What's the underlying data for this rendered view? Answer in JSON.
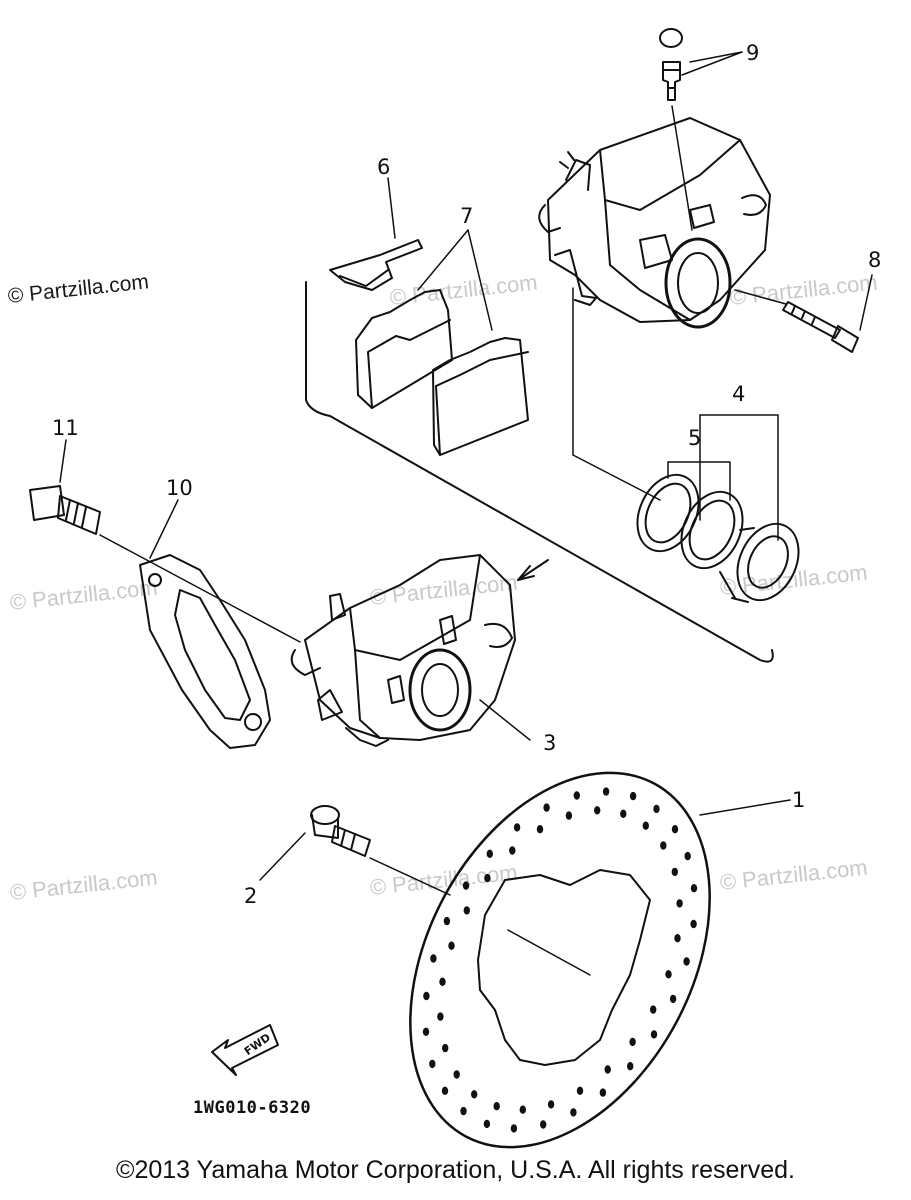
{
  "diagram": {
    "callouts": {
      "c1": "1",
      "c2": "2",
      "c3": "3",
      "c4": "4",
      "c5": "5",
      "c6": "6",
      "c7": "7",
      "c8": "8",
      "c9": "9",
      "c10": "10",
      "c11": "11"
    },
    "part_code": "1WG010-6320",
    "fwd_label": "FWD"
  },
  "watermark": {
    "text": "© Partzilla.com"
  },
  "footer": {
    "copyright": "©2013 Yamaha Motor Corporation, U.S.A. All rights reserved."
  }
}
